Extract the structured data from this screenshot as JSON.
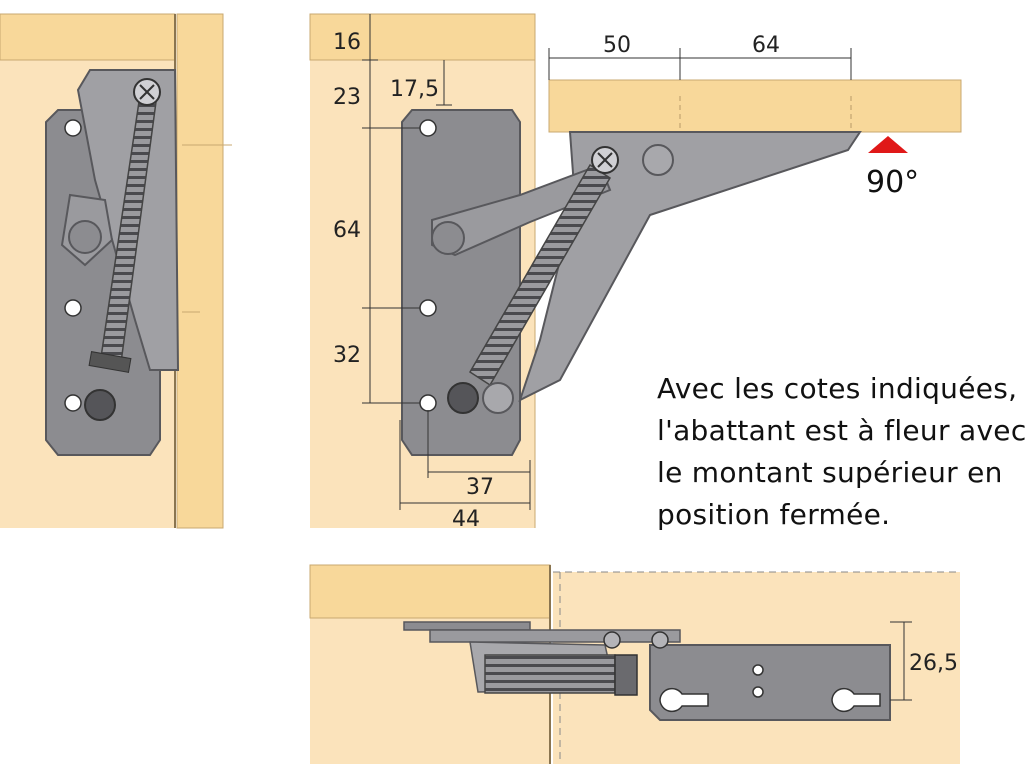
{
  "colors": {
    "wood_light": "#fbe3bb",
    "wood_board": "#f8d89a",
    "wood_edge": "#c9a870",
    "metal": "#8c8c90",
    "metal_dark": "#58585c",
    "metal_light": "#b4b4b8",
    "marker": "#e01818",
    "line": "#333333"
  },
  "dimensions": {
    "board_thickness": "16",
    "top_offset": "23",
    "hole_offset": "17,5",
    "hole_spacing_1": "64",
    "hole_spacing_2": "32",
    "width_37": "37",
    "width_44": "44",
    "flap_50": "50",
    "flap_64": "64",
    "bottom_height": "26,5"
  },
  "angle_label": "90°",
  "note": {
    "lines": [
      "Avec les cotes indiquées,",
      "l'abattant est à fleur avec",
      "le montant supérieur en",
      "position fermée."
    ]
  },
  "icons": [
    "lift-mechanism-closed",
    "lift-mechanism-open",
    "lift-mechanism-top-view",
    "angle-marker-icon"
  ]
}
